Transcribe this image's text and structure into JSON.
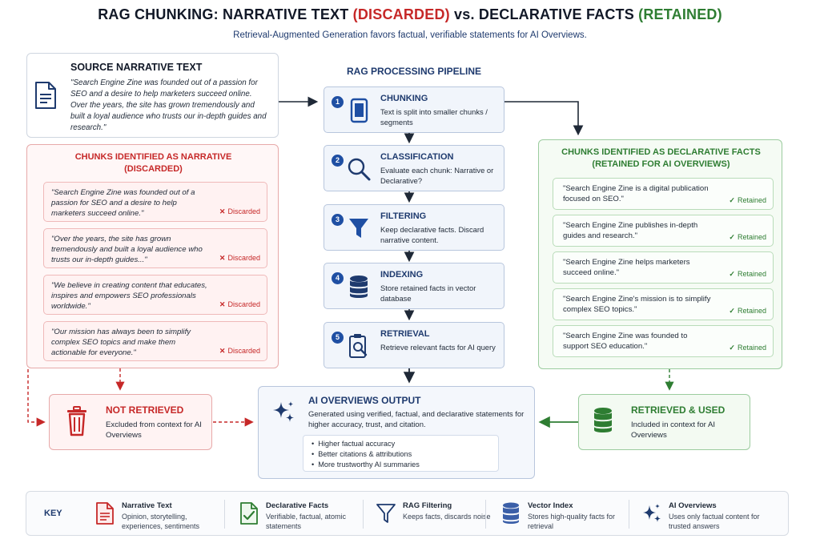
{
  "header": {
    "title_part1": "RAG CHUNKING: NARRATIVE TEXT ",
    "title_discarded": "(DISCARDED)",
    "title_vs": " vs. DECLARATIVE FACTS ",
    "title_retained": "(RETAINED)",
    "subtitle": "Retrieval-Augmented Generation favors factual, verifiable statements for AI Overviews."
  },
  "source": {
    "title": "SOURCE NARRATIVE TEXT",
    "text": "\"Search Engine Zine was founded out of a passion for SEO and a desire to help marketers succeed online. Over the years, the site has grown tremendously and built a loyal audience who trusts our in-depth guides and research.\"",
    "icon": "document-icon"
  },
  "narrative": {
    "title_line1": "CHUNKS IDENTIFIED AS NARRATIVE",
    "title_line2": "(DISCARDED)",
    "tag": "Discarded",
    "items": [
      "\"Search Engine Zine was founded out of a passion for SEO and a desire to help marketers succeed online.\"",
      "\"Over the years, the site has grown tremendously and built a loyal audience who trusts our in-depth guides...\"",
      "\"We believe in creating content that educates, inspires and empowers SEO professionals worldwide.\"",
      "\"Our mission has always been to simplify complex SEO topics and make them actionable for everyone.\""
    ]
  },
  "pipeline": {
    "title": "RAG PROCESSING PIPELINE",
    "steps": [
      {
        "num": "1",
        "title": "CHUNKING",
        "desc": "Text is split into smaller chunks / segments",
        "icon": "tablet-icon"
      },
      {
        "num": "2",
        "title": "CLASSIFICATION",
        "desc": "Evaluate each chunk: Narrative or Declarative?",
        "icon": "magnifier-icon"
      },
      {
        "num": "3",
        "title": "FILTERING",
        "desc": "Keep declarative facts. Discard narrative content.",
        "icon": "funnel-icon"
      },
      {
        "num": "4",
        "title": "INDEXING",
        "desc": "Store retained facts in vector database",
        "icon": "database-icon"
      },
      {
        "num": "5",
        "title": "RETRIEVAL",
        "desc": "Retrieve relevant facts for AI query",
        "icon": "clipboard-search-icon"
      }
    ]
  },
  "declarative": {
    "title_line1": "CHUNKS IDENTIFIED AS DECLARATIVE FACTS",
    "title_line2": "(RETAINED FOR AI OVERVIEWS)",
    "tag": "Retained",
    "items": [
      "\"Search Engine Zine is a digital publication focused on SEO.\"",
      "\"Search Engine Zine publishes in-depth guides and research.\"",
      "\"Search Engine Zine helps marketers succeed online.\"",
      "\"Search Engine Zine's mission is to simplify complex SEO topics.\"",
      "\"Search Engine Zine was founded to support SEO education.\""
    ]
  },
  "not_retrieved": {
    "title": "NOT RETRIEVED",
    "desc": "Excluded from context for AI Overviews",
    "icon": "trash-icon"
  },
  "output": {
    "title": "AI OVERVIEWS OUTPUT",
    "desc": "Generated using verified, factual, and declarative statements for higher accuracy, trust, and citation.",
    "bullets": [
      "Higher factual accuracy",
      "Better citations & attributions",
      "More trustworthy AI summaries"
    ],
    "icon": "sparkle-icon"
  },
  "retrieved": {
    "title": "RETRIEVED & USED",
    "desc": "Included in context for AI Overviews",
    "icon": "database-icon"
  },
  "key": {
    "label": "KEY",
    "items": [
      {
        "title": "Narrative Text",
        "desc": "Opinion, storytelling, experiences, sentiments",
        "icon": "red-document-icon"
      },
      {
        "title": "Declarative Facts",
        "desc": "Verifiable, factual, atomic statements",
        "icon": "green-check-document-icon"
      },
      {
        "title": "RAG Filtering",
        "desc": "Keeps facts, discards noise",
        "icon": "funnel-icon"
      },
      {
        "title": "Vector Index",
        "desc": "Stores high-quality facts for retrieval",
        "icon": "database-icon"
      },
      {
        "title": "AI Overviews",
        "desc": "Uses only factual content for trusted answers",
        "icon": "sparkle-icon"
      }
    ]
  },
  "colors": {
    "navy": "#1e3a6e",
    "red": "#c62828",
    "green": "#2e7d32",
    "step_blue": "#1f4fa3"
  }
}
